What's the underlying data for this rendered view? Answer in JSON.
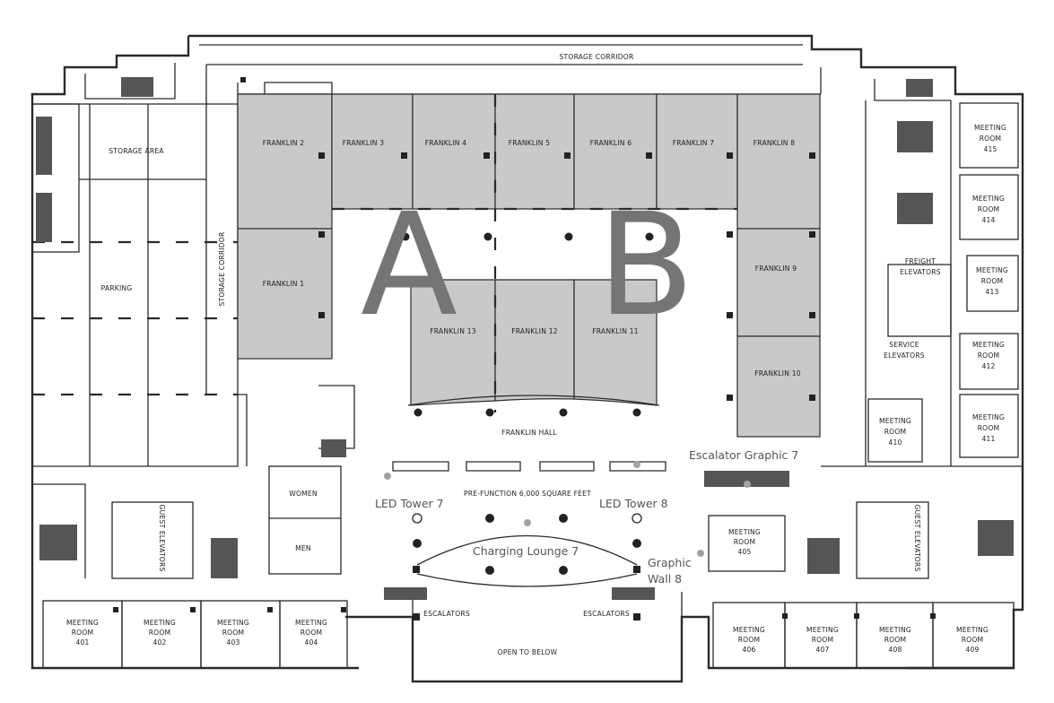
{
  "corridors": {
    "top": "STORAGE CORRIDOR",
    "left": "STORAGE CORRIDOR"
  },
  "areas": {
    "storage_area": "STORAGE AREA",
    "parking": "PARKING",
    "franklin_hall": "FRANKLIN HALL",
    "prefunction": "PRE-FUNCTION 6,000 SQUARE FEET",
    "open_to_below": "OPEN TO BELOW",
    "women": "WOMEN",
    "men": "MEN",
    "escalators_left": "ESCALATORS",
    "escalators_right": "ESCALATORS"
  },
  "zones": {
    "a": "A",
    "b": "B"
  },
  "franklin": {
    "f1": "FRANKLIN 1",
    "f2": "FRANKLIN 2",
    "f3": "FRANKLIN 3",
    "f4": "FRANKLIN 4",
    "f5": "FRANKLIN 5",
    "f6": "FRANKLIN 6",
    "f7": "FRANKLIN 7",
    "f8": "FRANKLIN 8",
    "f9": "FRANKLIN 9",
    "f10": "FRANKLIN 10",
    "f11": "FRANKLIN 11",
    "f12": "FRANKLIN 12",
    "f13": "FRANKLIN 13"
  },
  "elevators": {
    "freight_1": "FREIGHT",
    "freight_2": "ELEVATORS",
    "service_1": "SERVICE",
    "service_2": "ELEVATORS",
    "guest_left": "GUEST ELEVATORS",
    "guest_right": "GUEST ELEVATORS"
  },
  "meeting": {
    "line1": "MEETING",
    "line2": "ROOM",
    "r401": "401",
    "r402": "402",
    "r403": "403",
    "r404": "404",
    "r405": "405",
    "r406": "406",
    "r407": "407",
    "r408": "408",
    "r409": "409",
    "r410": "410",
    "r411": "411",
    "r412": "412",
    "r413": "413",
    "r414": "414",
    "r415": "415"
  },
  "markers": {
    "escalator_graphic": "Escalator Graphic 7",
    "led_tower_7": "LED Tower 7",
    "led_tower_8": "LED Tower 8",
    "charging_lounge": "Charging Lounge 7",
    "graphic_wall_1": "Graphic",
    "graphic_wall_2": "Wall 8"
  },
  "colors": {
    "room_fill": "#c9c9c9",
    "wall": "#2a2a2a",
    "zone_letter": "#757575",
    "marker": "#a3a3a3"
  }
}
